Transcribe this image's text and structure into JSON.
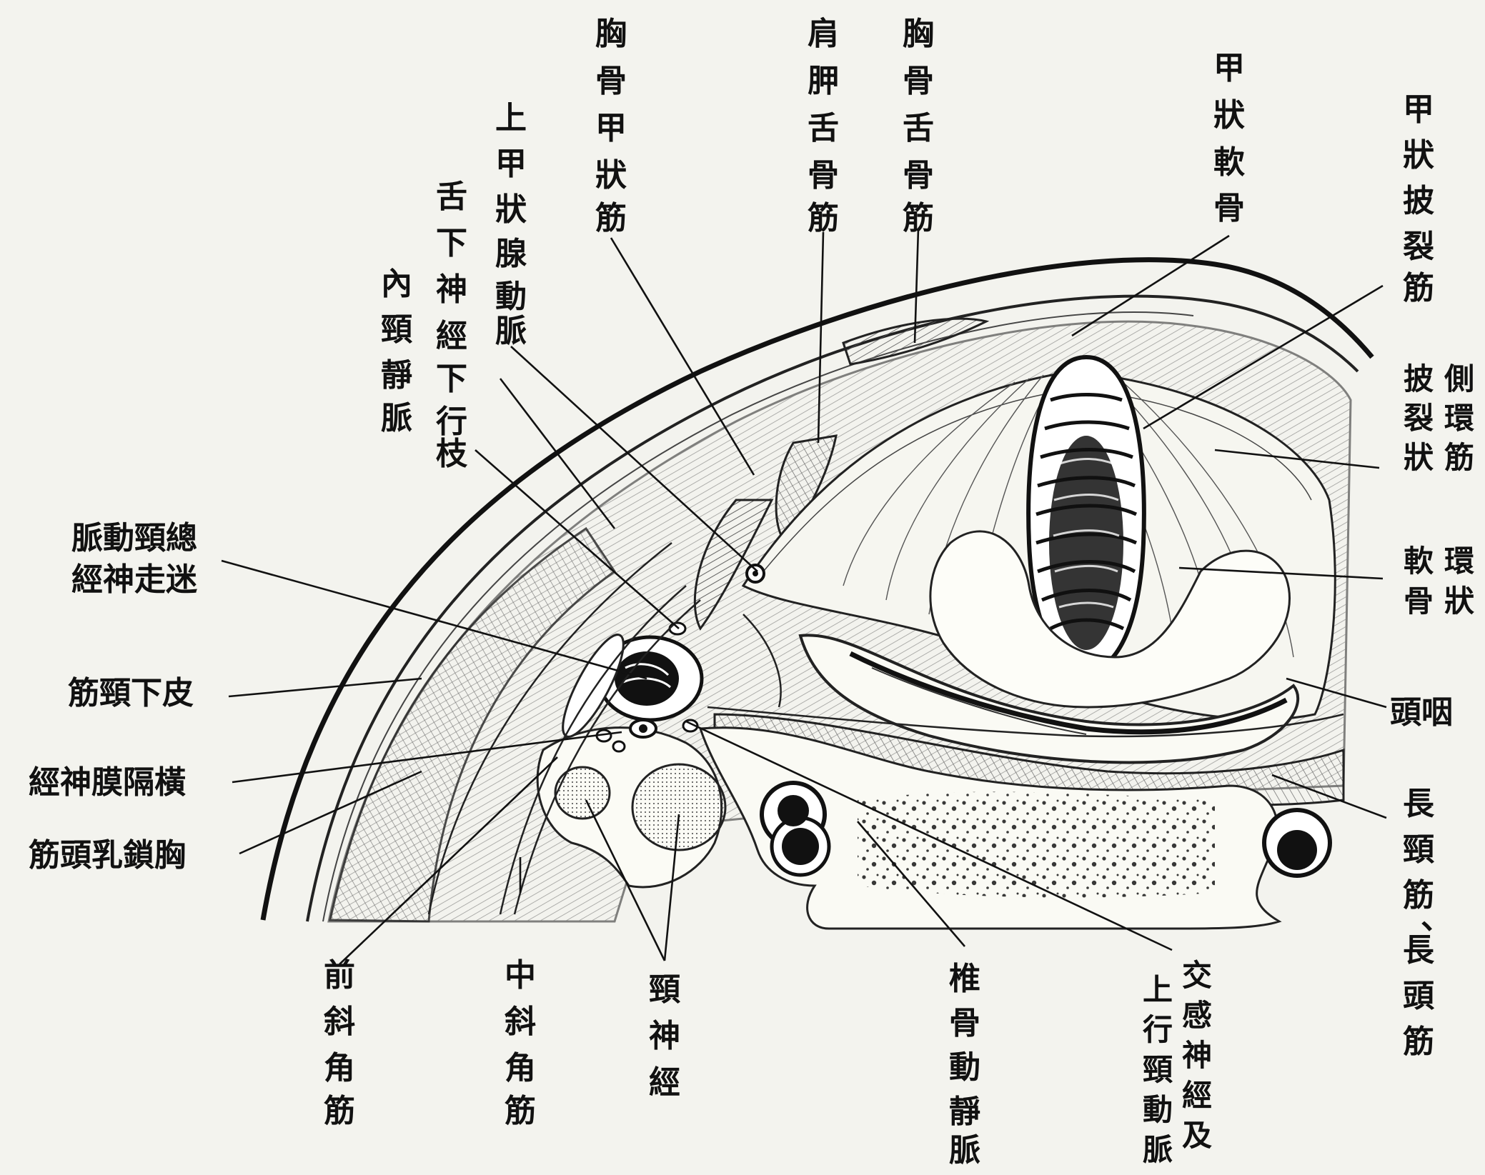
{
  "labels": {
    "sternothyroid": "胸骨甲狀筋",
    "omohyoid": "肩胛舌骨筋",
    "sternohyoid": "胸骨舌骨筋",
    "thyroid_cartilage": "甲狀軟骨",
    "thyroarytenoid": "甲狀披裂筋",
    "lateral_cricoarytenoid": [
      "側環",
      "披裂",
      "狀筋"
    ],
    "cricoid_cartilage": [
      "環狀",
      "軟骨"
    ],
    "pharynx": "頭咽",
    "longus": [
      "長頸筋",
      "、",
      "長頭筋"
    ],
    "sympathetic": [
      "交感神經及",
      "上行頸動脈"
    ],
    "vertebral": "椎骨動靜脈",
    "cervical_nerve": "頸神經",
    "scalenus_medius": "中斜角筋",
    "scalenus_anterior": "前斜角筋",
    "sternocleidomastoid": "筋頭乳鎖胸",
    "phrenic": "經神膜隔橫",
    "platysma": "筋頸下皮",
    "carotid_vagus": [
      "脈動頸總",
      "經神走迷"
    ],
    "internal_jugular": "內頸靜脈",
    "hypoglossal_descending": "舌下神經下行枝",
    "superior_thyroid_artery": "上甲狀腺動脈"
  }
}
